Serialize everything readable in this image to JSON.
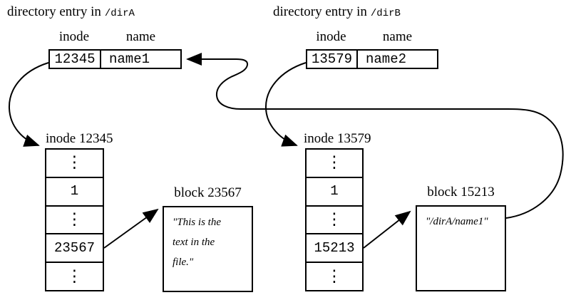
{
  "colors": {
    "ink": "#000000",
    "background": "#ffffff"
  },
  "dirA": {
    "title_prefix": "directory entry in",
    "title_path": "/dirA",
    "col_inode": "inode",
    "col_name": "name",
    "inode": "12345",
    "name": "name1"
  },
  "dirB": {
    "title_prefix": "directory entry in",
    "title_path": "/dirB",
    "col_inode": "inode",
    "col_name": "name",
    "inode": "13579",
    "name": "name2"
  },
  "inodeA": {
    "label": "inode 12345",
    "cells": [
      "⋮",
      "1",
      "⋮",
      "23567",
      "⋮"
    ]
  },
  "inodeB": {
    "label": "inode 13579",
    "cells": [
      "⋮",
      "1",
      "⋮",
      "15213",
      "⋮"
    ]
  },
  "blockA": {
    "label": "block 23567",
    "lines": [
      "\"This is the",
      "text in the",
      "file.\""
    ]
  },
  "blockB": {
    "label": "block 15213",
    "lines": [
      "\"/dirA/name1\""
    ]
  }
}
